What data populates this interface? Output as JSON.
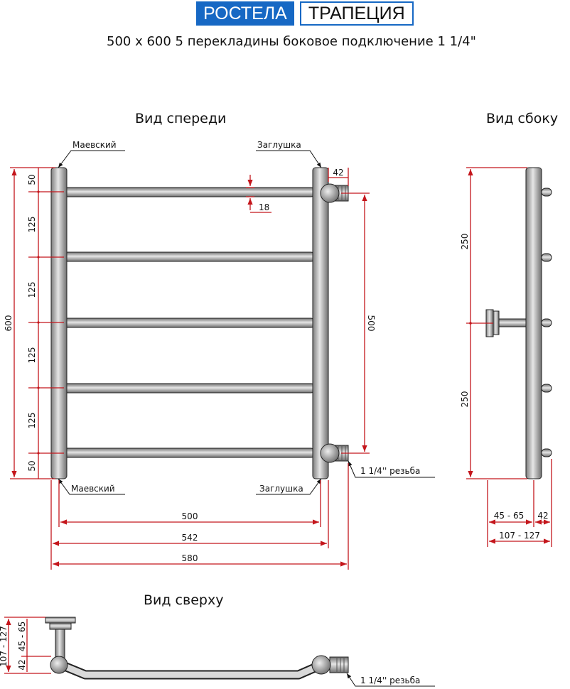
{
  "brand": {
    "name": "РОСТЕЛА",
    "model": "ТРАПЕЦИЯ"
  },
  "subtitle": "500 x 600 5 перекладины боковое подключение 1 1/4\"",
  "views": {
    "front": "Вид спереди",
    "side": "Вид сбоку",
    "top": "Вид сверху"
  },
  "labels": {
    "maevsky": "Маевский",
    "plug": "Заглушка",
    "thread": "1 1/4'' резьба"
  },
  "dims": {
    "total_height": "600",
    "top_gap": "50",
    "spacing": "125",
    "bottom_gap": "50",
    "tube_dia": "18",
    "outlet_len": "42",
    "center_dist_v": "500",
    "center_dist_h": "500",
    "outer_width": "542",
    "total_width": "580",
    "side_half": "250",
    "side_wall": "45 - 65",
    "side_outlet": "42",
    "side_total": "107 - 127"
  },
  "colors": {
    "brand_blue": "#1668c4",
    "dimension": "#c4161c"
  }
}
